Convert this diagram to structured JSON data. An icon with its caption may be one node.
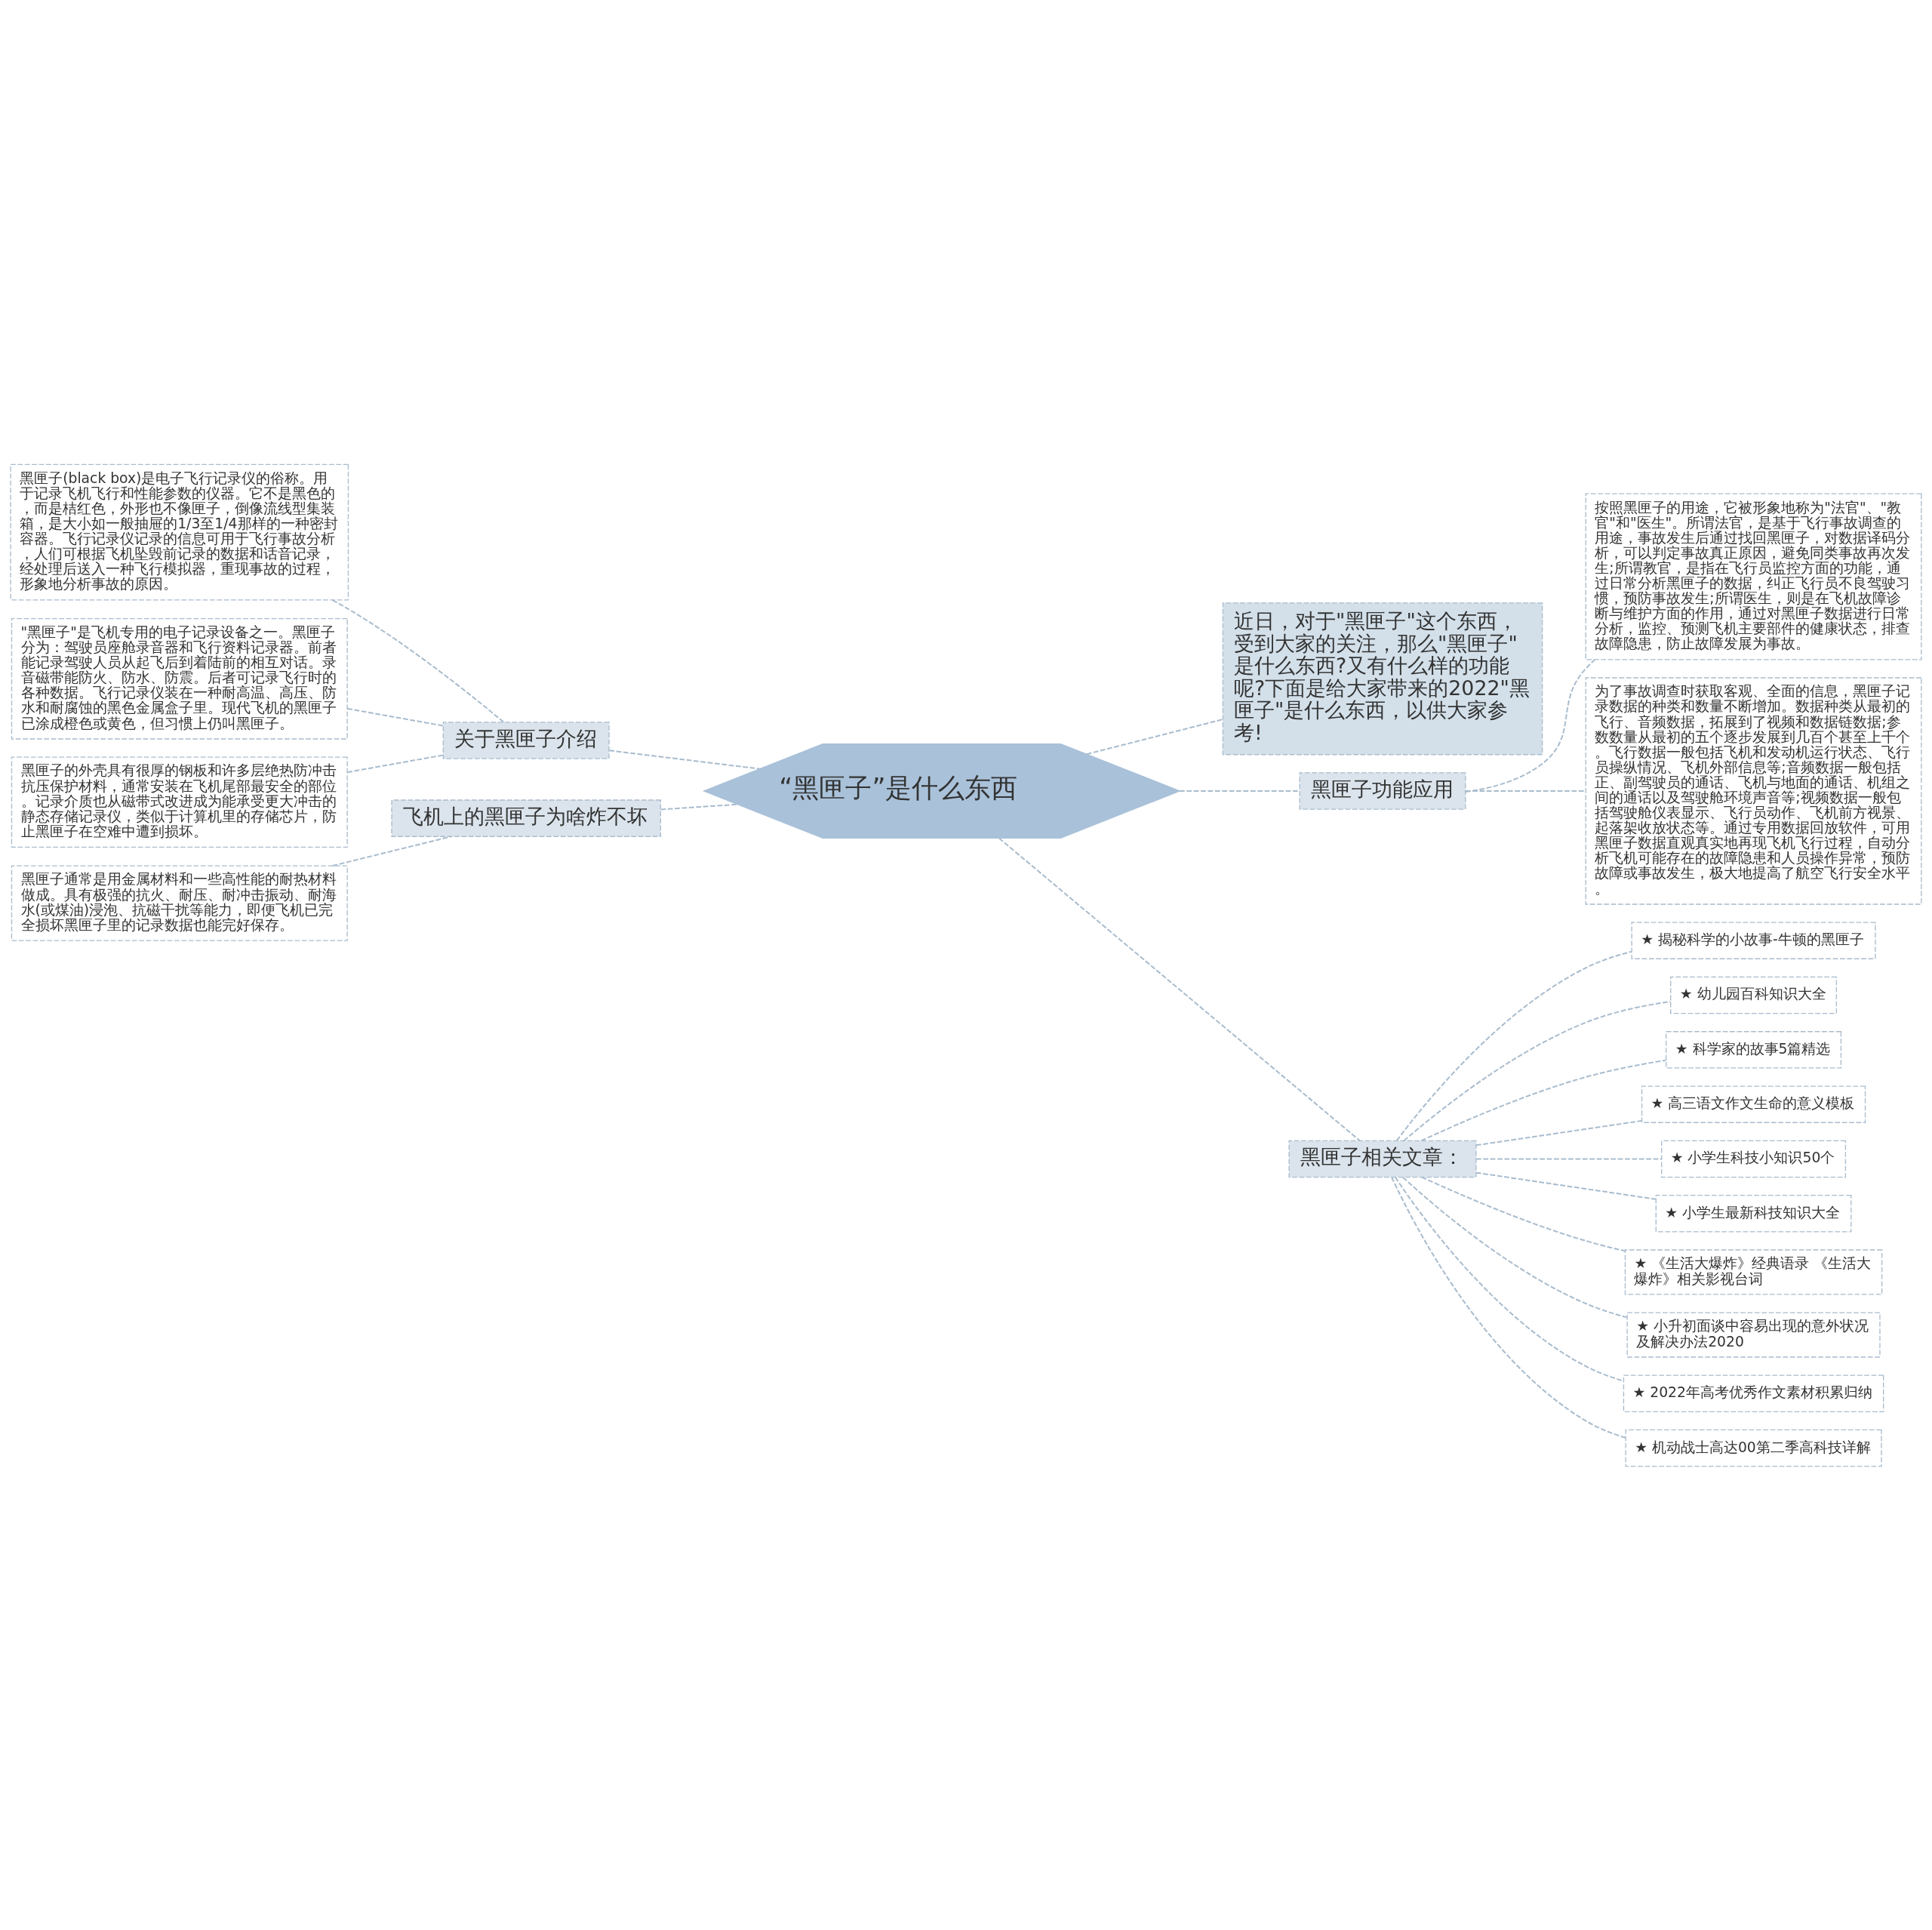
{
  "diagram": {
    "nodes": [
      {
        "text": [
          "“黑匣子”是什么东西"
        ]
      },
      {
        "text": [
          "关于黑匣子介绍"
        ]
      },
      {
        "text": [
          "黑匣子(black box)是电子飞行记录仪的俗称。用于记录飞机飞行和性能参数的仪器。它不是黑色的，而是桔红色，外形也不像匣子，倒像流线型集装箱，是大小如一般抽屉的1/3至1/4那样的一种密封容器。飞行记录仪记录的信息可用于飞行事故分析，人们可根据飞机坠毁前记录的数据和话音记录，经处理后送入一种飞行模拟器，重现事故的过程，形象地分析事故的原因。"
        ]
      },
      {
        "text": [
          "\"黑匣子\"是飞机专用的电子记录设备之一。黑匣子分为：驾驶员座舱录音器和飞行资料记录器。前者能记录驾驶人员从起飞后到着陆前的相互对话。录音磁带能防火、防水、防震。后者可记录飞行时的各种数据。飞行记录仪装在一种耐高温、高压、防水和耐腐蚀的黑色金属盒子里。现代飞机的黑匣子已涂成橙色或黄色，但习惯上仍叫黑匣子。"
        ]
      },
      {
        "text": [
          "黑匣子的外壳具有很厚的钢板和许多层绝热防冲击抗压保护材料，通常安装在飞机尾部最安全的部位。记录介质也从磁带式改进成为能承受更大冲击的静态存储记录仪，类似于计算机里的存储芯片，防止黑匣子在空难中遭到损坏。"
        ]
      },
      {
        "text": [
          "飞机上的黑匣子为啥炸不坏"
        ]
      },
      {
        "text": [
          "黑匣子通常是用金属材料和一些高性能的耐热材料做成。具有极强的抗火、耐压、耐冲击振动、耐海水(或煤油)浸泡、抗磁干扰等能力，即便飞机已完全损坏黑匣子里的记录数据也能完好保存。"
        ]
      },
      {
        "text": [
          "近日，对于\"黑匣子\"这个东西，受到大家的关注，那么\"黑匣子\"是什么东西?又有什么样的功能呢?下面是给大家带来的2022\"黑匣子\"是什么东西，以供大家参考!"
        ]
      },
      {
        "text": [
          "黑匣子功能应用"
        ]
      },
      {
        "text": [
          "按照黑匣子的用途，它被形象地称为\"法官\"、\"教官\"和\"医生\"。所谓法官，是基于飞行事故调查的用途，事故发生后通过找回黑匣子，对数据译码分析，可以判定事故真正原因，避免同类事故再次发生;所谓教官，是指在飞行员监控方面的功能，通过日常分析黑匣子的数据，纠正飞行员不良驾驶习惯，预防事故发生;所谓医生，则是在飞机故障诊断与维护方面的作用，通过对黑匣子数据进行日常分析，监控、预测飞机主要部件的健康状态，排查故障隐患，防止故障发展为事故。"
        ]
      },
      {
        "text": [
          "为了事故调查时获取客观、全面的信息，黑匣子记录数据的种类和数量不断增加。数据种类从最初的飞行、音频数据，拓展到了视频和数据链数据;参数数量从最初的五个逐步发展到几百个甚至上千个。飞行数据一般包括飞机和发动机运行状态、飞行员操纵情况、飞机外部信息等;音频数据一般包括正、副驾驶员的通话、飞机与地面的通话、机组之间的通话以及驾驶舱环境声音等;视频数据一般包括驾驶舱仪表显示、飞行员动作、飞机前方视景、起落架收放状态等。通过专用数据回放软件，可用黑匣子数据直观真实地再现飞机飞行过程，自动分析飞机可能存在的故障隐患和人员操作异常，预防故障或事故发生，极大地提高了航空飞行安全水平。"
        ]
      },
      {
        "text": [
          "黑匣子相关文章："
        ]
      },
      {
        "text": [
          "★ 揭秘科学的小故事-牛顿的黑匣子"
        ]
      },
      {
        "text": [
          "★ 幼儿园百科知识大全"
        ]
      },
      {
        "text": [
          "★ 科学家的故事5篇精选"
        ]
      },
      {
        "text": [
          "★ 高三语文作文生命的意义模板"
        ]
      },
      {
        "text": [
          "★ 小学生科技小知识50个"
        ]
      },
      {
        "text": [
          "★ 小学生最新科技知识大全"
        ]
      },
      {
        "text": [
          "★ 《生活大爆炸》经典语录 《生活大爆炸》相关影视台词"
        ]
      },
      {
        "text": [
          "★ 小升初面谈中容易出现的意外状况及解决办法2020"
        ]
      },
      {
        "text": [
          "★ 2022年高考优秀作文素材积累归纳"
        ]
      },
      {
        "text": [
          "★ 机动战士高达00第二季高科技详解"
        ]
      }
    ],
    "edges": [
      {
        "from": 1,
        "to": 0,
        "arrow": "none"
      },
      {
        "from": 2,
        "to": 1,
        "arrow": "none"
      },
      {
        "from": 3,
        "to": 1,
        "arrow": "none"
      },
      {
        "from": 4,
        "to": 1,
        "arrow": "none"
      },
      {
        "from": 5,
        "to": 0,
        "arrow": "none"
      },
      {
        "from": 6,
        "to": 5,
        "arrow": "none"
      },
      {
        "from": 0,
        "to": 7,
        "arrow": "none"
      },
      {
        "from": 0,
        "to": 8,
        "arrow": "none"
      },
      {
        "from": 8,
        "to": 9,
        "arrow": "none"
      },
      {
        "from": 8,
        "to": 10,
        "arrow": "none"
      },
      {
        "from": 0,
        "to": 11,
        "arrow": "none"
      },
      {
        "from": 11,
        "to": 12,
        "arrow": "none"
      },
      {
        "from": 11,
        "to": 13,
        "arrow": "none"
      },
      {
        "from": 11,
        "to": 14,
        "arrow": "none"
      },
      {
        "from": 11,
        "to": 15,
        "arrow": "none"
      },
      {
        "from": 11,
        "to": 16,
        "arrow": "none"
      },
      {
        "from": 11,
        "to": 17,
        "arrow": "none"
      },
      {
        "from": 11,
        "to": 18,
        "arrow": "none"
      },
      {
        "from": 11,
        "to": 19,
        "arrow": "none"
      },
      {
        "from": 11,
        "to": 20,
        "arrow": "none"
      },
      {
        "from": 11,
        "to": 21,
        "arrow": "none"
      }
    ]
  }
}
